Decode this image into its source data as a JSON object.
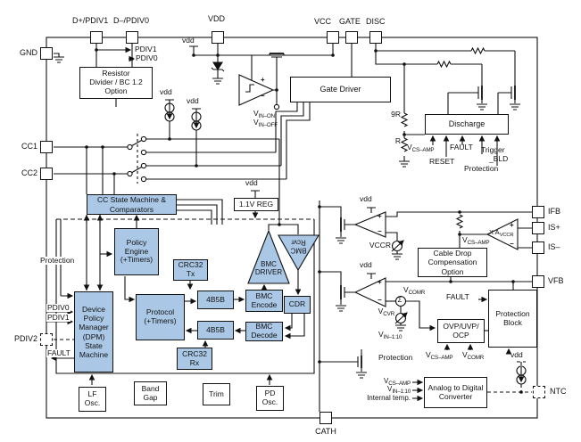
{
  "pins": {
    "gnd": "GND",
    "dplus": "D+/PDIV1",
    "dminus": "D–/PDIV0",
    "vdd": "VDD",
    "vcc": "VCC",
    "gate": "GATE",
    "disc": "DISC",
    "cc1": "CC1",
    "cc2": "CC2",
    "pdiv2": "PDIV2",
    "ifb": "IFB",
    "is_plus": "IS+",
    "is_minus": "IS–",
    "vfb": "VFB",
    "ntc": "NTC",
    "cath": "CATH"
  },
  "blocks": {
    "resistor_divider": "Resistor\nDivider / BC 1.2\nOption",
    "gate_driver": "Gate Driver",
    "discharge": "Discharge",
    "reg_1v1": "1.1V REG",
    "cc_state_machine": "CC State Machine &\nComparators",
    "policy_engine": "Policy\nEngine\n(+Timers)",
    "dpm": "Device\nPolicy\nManager\n(DPM)\nState\nMachine",
    "protocol": "Protocol\n(+Timers)",
    "crc32_tx": "CRC32\nTx",
    "crc32_rx": "CRC32\nRx",
    "b4b5b_tx": "4B5B",
    "b4b5b_rx": "4B5B",
    "bmc_encode": "BMC\nEncode",
    "bmc_decode": "BMC\nDecode",
    "cdr": "CDR",
    "bmc_driver": "BMC\nDRIVER",
    "bmc_rcvr": "BMC\nRcvr",
    "cable_drop": "Cable Drop\nCompensation\nOption",
    "ovp": "OVP/UVP/\nOCP",
    "protection_block": "Protection\nBlock",
    "adc": "Analog to Digital\nConverter",
    "lf_osc": "LF\nOsc.",
    "band_gap": "Band\nGap",
    "trim": "Trim",
    "pd_osc": "PD\nOsc."
  },
  "labels": {
    "vdd": "vdd",
    "pdiv1": "PDIV1",
    "pdiv0": "PDIV0",
    "protection": "Protection",
    "fault": "FAULT",
    "reset": "RESET",
    "trigger": "Trigger",
    "trigger_bld": "_BLD",
    "r9": "9R",
    "r": "R",
    "vccr": "VCCR",
    "sigma": "Σ",
    "plus": "+",
    "minus": "−",
    "internal_temp": "Internal temp.",
    "vin_on": {
      "b": "V",
      "s": "IN–ON"
    },
    "vin_off": {
      "b": "V",
      "s": "IN–OFF"
    },
    "vcs_amp": {
      "b": "V",
      "s": "CS–AMP"
    },
    "vcomr": {
      "b": "V",
      "s": "COMR"
    },
    "vcvr": {
      "b": "V",
      "s": "CVR"
    },
    "vin_1_10": {
      "b": "V",
      "s": "IN–1:10"
    },
    "x_avccr": {
      "b": "X A",
      "s": "VCCR"
    }
  },
  "colors": {
    "block_fill": "#AAC8E6",
    "line": "#111111",
    "background": "#FFFFFF"
  }
}
